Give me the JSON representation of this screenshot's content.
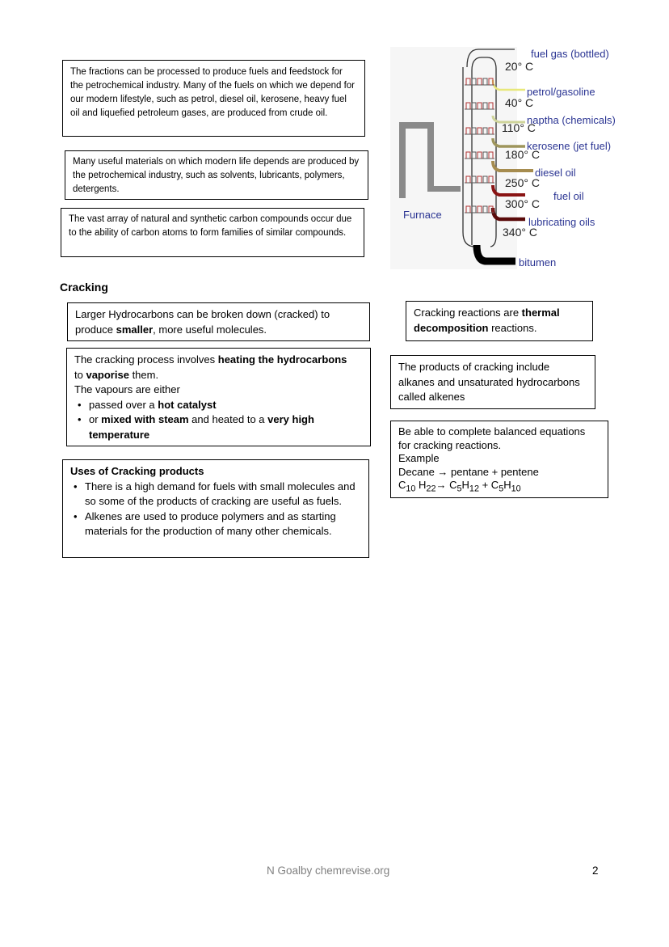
{
  "intro": {
    "fractions_text": "The fractions can be processed to produce fuels and feedstock for the petrochemical industry. Many of the fuels on which we depend for our modern lifestyle, such as petrol, diesel oil, kerosene, heavy fuel oil and liquefied petroleum gases, are produced from crude oil.",
    "materials_text": "Many useful materials on which modern life depends are produced by the petrochemical industry, such as solvents, lubricants, polymers, detergents.",
    "compounds_text": "The vast array of natural and synthetic carbon compounds occur due to the ability of carbon atoms to form families of similar compounds."
  },
  "diagram": {
    "furnace_label": "Furnace",
    "temperatures": [
      "20° C",
      "40° C",
      "110° C",
      "180° C",
      "250° C",
      "300° C",
      "340° C"
    ],
    "fractions": [
      "fuel gas (bottled)",
      "petrol/gasoline",
      "naptha (chemicals)",
      "kerosene (jet fuel)",
      "diesel oil",
      "fuel oil",
      "lubricating oils",
      "bitumen"
    ],
    "colors": {
      "label_blue": "#2b3593",
      "furnace_grey": "#8a8a8a",
      "petrol": "#e8e87a",
      "naptha": "#cfd49a",
      "kerosene": "#9e955c",
      "diesel": "#a68c4f",
      "fuel_oil": "#8a1414",
      "lubricating": "#5a0a0a",
      "bitumen": "#000000"
    }
  },
  "cracking": {
    "heading": "Cracking",
    "box1": {
      "pre": "Larger Hydrocarbons can be broken down (cracked) to produce ",
      "bold": "smaller",
      "post": ", more useful molecules."
    },
    "box2": {
      "l1_pre": "The cracking process involves ",
      "l1_bold": "heating the hydrocarbons",
      "l2_pre": "to ",
      "l2_bold": "vaporise",
      "l2_post": " them.",
      "l3": "The vapours are either",
      "b1_pre": "passed over a ",
      "b1_bold": "hot catalyst",
      "b2_pre": " or ",
      "b2_bold1": "mixed with steam",
      "b2_mid": " and heated to a ",
      "b2_bold2": "very high temperature"
    },
    "uses": {
      "title": "Uses of Cracking products",
      "items": [
        "There is a high demand for fuels with small molecules and so some of the products of cracking are useful as fuels.",
        "Alkenes are used to produce polymers and as starting materials for the production of many other chemicals."
      ]
    },
    "thermal": {
      "pre": "Cracking reactions are ",
      "bold1": "thermal",
      "bold2": "decomposition",
      "post": " reactions."
    },
    "products_text": "The products of cracking include alkanes and unsaturated hydrocarbons called alkenes",
    "equations": {
      "l1": "Be able to complete balanced equations for cracking reactions.",
      "l2": "Example",
      "l3": "Decane  → pentane + pentene",
      "eq_c1": "C",
      "eq_s1": "10",
      "eq_h1": " H",
      "eq_s2": "22",
      "eq_arrow": "→ ",
      "eq_c2": "C",
      "eq_s3": "5",
      "eq_h2": "H",
      "eq_s4": "12",
      "eq_plus": "  + C",
      "eq_s5": "5",
      "eq_h3": "H",
      "eq_s6": "10"
    }
  },
  "footer": {
    "author": "N Goalby chemrevise.org",
    "page": "2"
  }
}
